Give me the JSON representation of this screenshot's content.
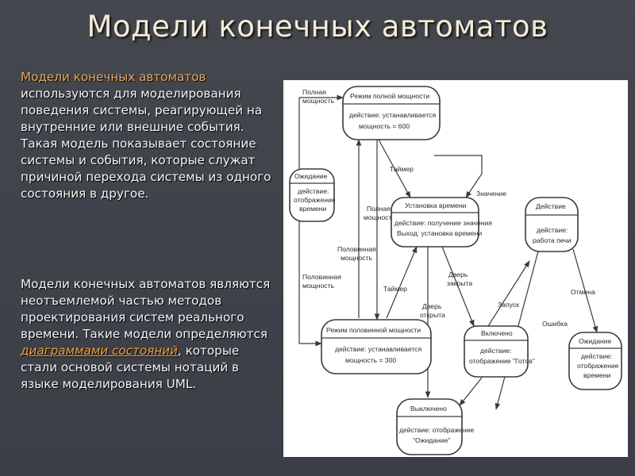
{
  "title": "Модели конечных автоматов",
  "paragraph1": {
    "highlight": "Модели конечных автоматов",
    "text": "используются для моделирования поведения системы, реагирующей на внутренние или внешние события. Такая модель показывает состояние системы и события, которые служат причиной перехода системы из одного состояния в другое."
  },
  "paragraph2": {
    "before": "Модели конечных автоматов являются неотъемлемой частью методов проектирования систем реального времени. Такие модели определяются",
    "link": "диаграммами состояний",
    "after": ", которые стали основой системы нотаций в языке моделирования UML."
  },
  "diagram": {
    "states": {
      "full_power": {
        "name": "Режим полной мощности",
        "action1": "действие: устанавливается",
        "action2": "мощность = 600"
      },
      "waiting": {
        "name": "Ожидание",
        "action1": "действие:",
        "action2": "отображение",
        "action3": "времени"
      },
      "set_time": {
        "name": "Установка времени",
        "action1": "действие: получение значения",
        "action2": "Выход: установка времени"
      },
      "operation": {
        "name": "Действие",
        "action1": "действие:",
        "action2": "работа печи"
      },
      "half_power": {
        "name": "Режим половинной мощности",
        "action1": "действие: устанавливается",
        "action2": "мощность = 300"
      },
      "enabled": {
        "name": "Включено",
        "action1": "действие:",
        "action2": "отображение \"Готов\""
      },
      "waiting2": {
        "name": "Ожидание",
        "action1": "действие:",
        "action2": "отображение",
        "action3": "времени"
      },
      "disabled": {
        "name": "Выключено",
        "action1": "действие: отображение",
        "action2": "\"Ожидание\""
      }
    },
    "labels": {
      "full_power_top1": "Полная",
      "full_power_top2": "мощность",
      "timer1": "Таймер",
      "value": "Значение",
      "full_power_mid1": "Полная",
      "full_power_mid2": "мощность",
      "half_power_mid1": "Половинная",
      "half_power_mid2": "мощность",
      "half_power_left1": "Половинная",
      "half_power_left2": "мощность",
      "timer2": "Таймер",
      "door_closed1": "Дверь",
      "door_closed2": "закрыта",
      "door_open1": "Дверь",
      "door_open2": "открыта",
      "start": "Запуск",
      "cancel": "Отмена",
      "error": "Ошибка"
    }
  }
}
